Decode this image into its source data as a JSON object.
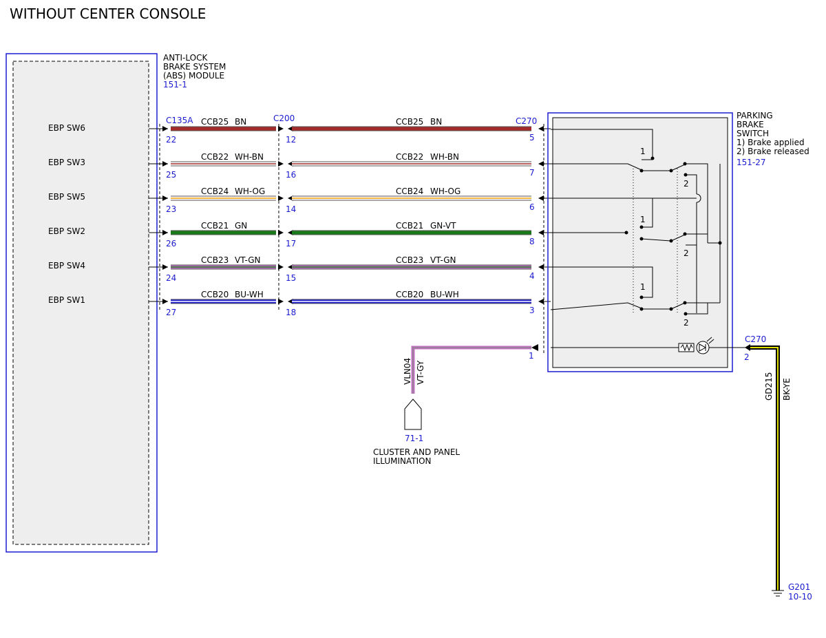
{
  "page_title": "WITHOUT CENTER CONSOLE",
  "abs_module": {
    "name_lines": [
      "ANTI-LOCK",
      "BRAKE SYSTEM",
      "(ABS) MODULE"
    ],
    "ref": "151-1",
    "pins": [
      "EBP SW6",
      "EBP SW3",
      "EBP SW5",
      "EBP SW2",
      "EBP SW4",
      "EBP SW1"
    ]
  },
  "connectors": {
    "c135a": "C135A",
    "c200": "C200",
    "c270": "C270",
    "c270_ground": "C270"
  },
  "circuits": [
    {
      "left_circuit": "CCB25",
      "left_color": "BN",
      "right_circuit": "CCB25",
      "right_color": "BN",
      "pin_a": "22",
      "pin_b": "12",
      "pin_c": "5",
      "switch": "SW6",
      "base_color": "#a52a2a",
      "stripe_color": "#a52a2a"
    },
    {
      "left_circuit": "CCB22",
      "left_color": "WH-BN",
      "right_circuit": "CCB22",
      "right_color": "WH-BN",
      "pin_a": "25",
      "pin_b": "16",
      "pin_c": "7",
      "switch": "SW3",
      "base_color": "#ffffff",
      "stripe_color": "#a52a2a"
    },
    {
      "left_circuit": "CCB24",
      "left_color": "WH-OG",
      "right_circuit": "CCB24",
      "right_color": "WH-OG",
      "pin_a": "23",
      "pin_b": "14",
      "pin_c": "6",
      "switch": "SW5",
      "base_color": "#ffffff",
      "stripe_color": "#f0a000"
    },
    {
      "left_circuit": "CCB21",
      "left_color": "GN",
      "right_circuit": "CCB21",
      "right_color": "GN-VT",
      "pin_a": "26",
      "pin_b": "17",
      "pin_c": "8",
      "switch": "SW2",
      "base_color": "#1a7a1a",
      "stripe_color": "#1a7a1a"
    },
    {
      "left_circuit": "CCB23",
      "left_color": "VT-GN",
      "right_circuit": "CCB23",
      "right_color": "VT-GN",
      "pin_a": "24",
      "pin_b": "15",
      "pin_c": "4",
      "switch": "SW4",
      "base_color": "#c070c0",
      "stripe_color": "#1a7a1a"
    },
    {
      "left_circuit": "CCB20",
      "left_color": "BU-WH",
      "right_circuit": "CCB20",
      "right_color": "BU-WH",
      "pin_a": "27",
      "pin_b": "18",
      "pin_c": "3",
      "switch": "SW1",
      "base_color": "#1a1ad0",
      "stripe_color": "#ffffff"
    }
  ],
  "parking_brake_switch": {
    "name_lines": [
      "PARKING",
      "BRAKE",
      "SWITCH",
      "1) Brake applied",
      "2) Brake released"
    ],
    "ref": "151-27",
    "position_labels": [
      "1",
      "2",
      "1",
      "2",
      "1",
      "2"
    ]
  },
  "illumination": {
    "circuit": "VLN04",
    "color": "VT-GY",
    "pin": "1",
    "ref": "71-1",
    "label_lines": [
      "CLUSTER AND PANEL",
      "ILLUMINATION"
    ]
  },
  "ground": {
    "pin": "2",
    "circuit": "GD215",
    "color": "BK-YE",
    "ground_point": "G201",
    "ref": "10-10"
  }
}
